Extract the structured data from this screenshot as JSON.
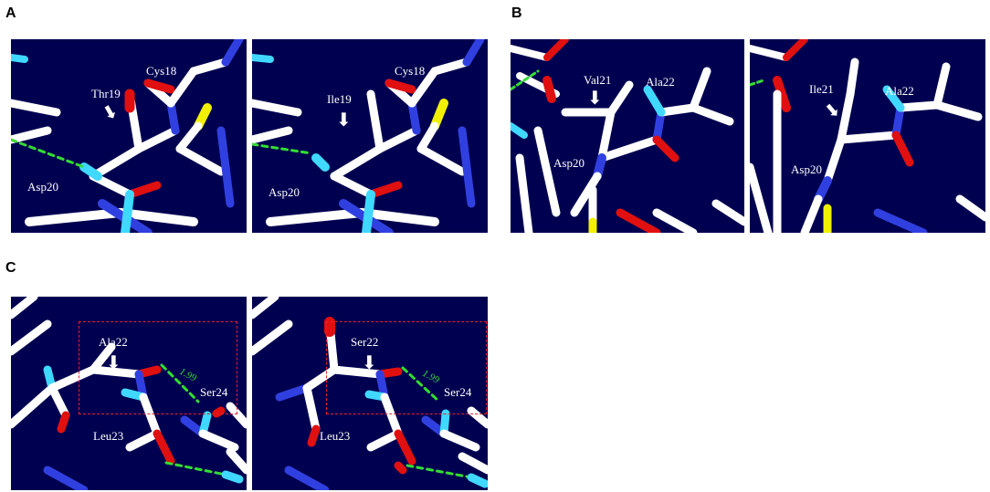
{
  "figure": {
    "panels": {
      "a": {
        "letter": "A",
        "left": {
          "labels": [
            "Cys18",
            "Thr19",
            "Asp20"
          ]
        },
        "right": {
          "labels": [
            "Cys18",
            "Ile19",
            "Asp20"
          ]
        }
      },
      "b": {
        "letter": "B",
        "left": {
          "labels": [
            "Val21",
            "Ala22",
            "Asp20"
          ]
        },
        "right": {
          "labels": [
            "Ile21",
            "Ala22",
            "Asp20"
          ]
        }
      },
      "c": {
        "letter": "C",
        "left": {
          "labels": [
            "Ala22",
            "Ser24",
            "Leu23"
          ],
          "distance": "1.99"
        },
        "right": {
          "labels": [
            "Ser22",
            "Ser24",
            "Leu23"
          ],
          "distance": "1.99"
        }
      }
    },
    "colors": {
      "background": "#000050",
      "carbon": "#ffffff",
      "oxygen": "#e01010",
      "nitrogen": "#3040e0",
      "hydrogen": "#40d8ff",
      "sulfur": "#f0f000",
      "hbond": "#33dd33",
      "box": "#e8202a"
    }
  }
}
